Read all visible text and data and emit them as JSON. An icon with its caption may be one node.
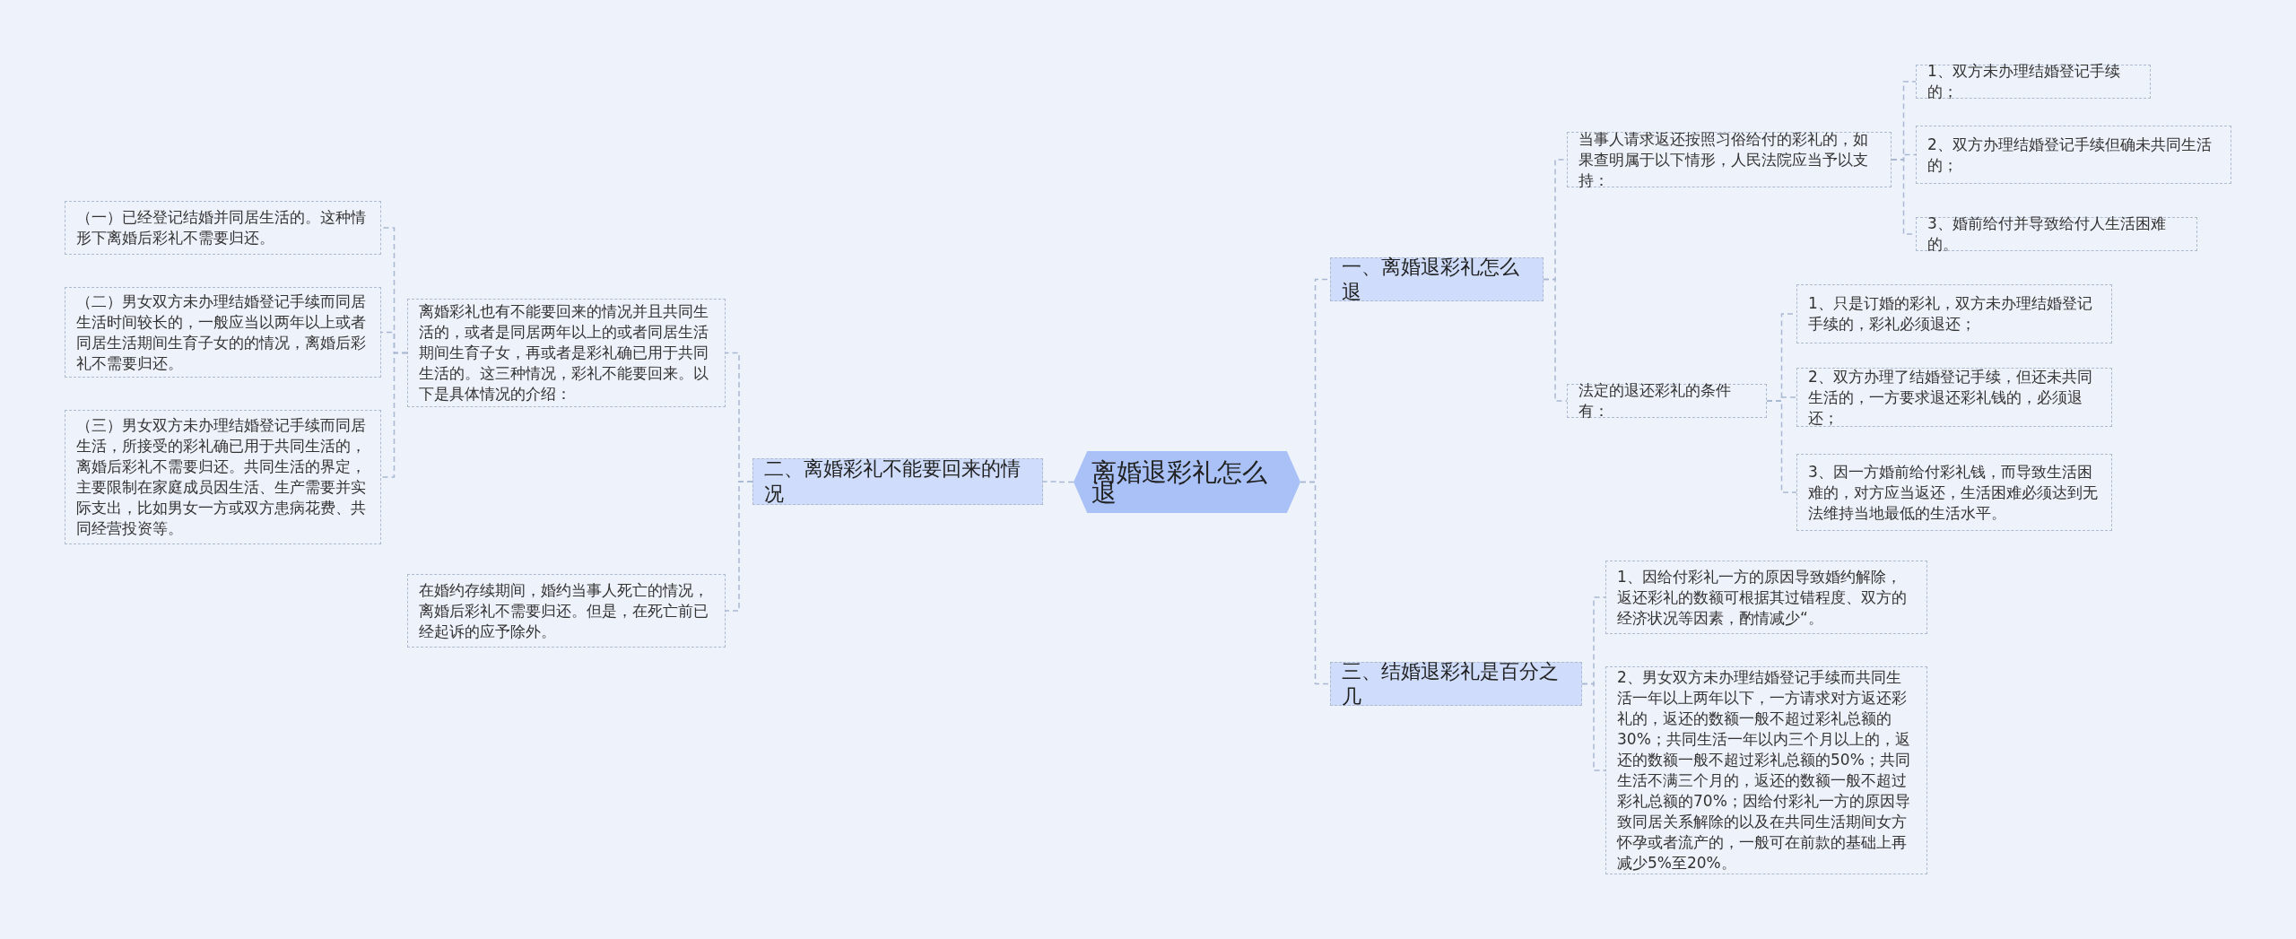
{
  "diagram": {
    "nodes": [
      {
        "text": [
          "离婚退彩礼怎么退"
        ]
      },
      {
        "text": [
          "一、离婚退彩礼怎么退"
        ]
      },
      {
        "text": [
          "当事人请求返还按照习俗给付的彩礼的，如果查明属于以下情形，人民法院应当予以支持："
        ]
      },
      {
        "text": [
          "1、双方未办理结婚登记手续的；"
        ]
      },
      {
        "text": [
          "2、双方办理结婚登记手续但确未共同生活的；"
        ]
      },
      {
        "text": [
          "3、婚前给付并导致给付人生活困难的。"
        ]
      },
      {
        "text": [
          "法定的退还彩礼的条件有："
        ]
      },
      {
        "text": [
          "1、只是订婚的彩礼，双方未办理结婚登记手续的，彩礼必须退还；"
        ]
      },
      {
        "text": [
          "2、双方办理了结婚登记手续，但还未共同生活的，一方要求退还彩礼钱的，必须退还；"
        ]
      },
      {
        "text": [
          "3、因一方婚前给付彩礼钱，而导致生活困难的，对方应当返还，生活困难必须达到无法维持当地最低的生活水平。"
        ]
      },
      {
        "text": [
          "二、离婚彩礼不能要回来的情况"
        ]
      },
      {
        "text": [
          "离婚彩礼也有不能要回来的情况并且共同生活的，或者是同居两年以上的或者同居生活期间生育子女，再或者是彩礼确已用于共同生活的。这三种情况，彩礼不能要回来。以下是具体情况的介绍："
        ]
      },
      {
        "text": [
          "（一）已经登记结婚并同居生活的。这种情形下离婚后彩礼不需要归还。"
        ]
      },
      {
        "text": [
          "（二）男女双方未办理结婚登记手续而同居生活时间较长的，一般应当以两年以上或者同居生活期间生育子女的的情况，离婚后彩礼不需要归还。"
        ]
      },
      {
        "text": [
          "（三）男女双方未办理结婚登记手续而同居生活，所接受的彩礼确已用于共同生活的，离婚后彩礼不需要归还。共同生活的界定，主要限制在家庭成员因生活、生产需要并实际支出，比如男女一方或双方患病花费、共同经营投资等。"
        ]
      },
      {
        "text": [
          "在婚约存续期间，婚约当事人死亡的情况，离婚后彩礼不需要归还。但是，在死亡前已经起诉的应予除外。"
        ]
      },
      {
        "text": [
          "三、结婚退彩礼是百分之几"
        ]
      },
      {
        "text": [
          "1、因给付彩礼一方的原因导致婚约解除，返还彩礼的数额可根据其过错程度、双方的经济状况等因素，酌情减少“。"
        ]
      },
      {
        "text": [
          "2、男女双方未办理结婚登记手续而共同生活一年以上两年以下，一方请求对方返还彩礼的，返还的数额一般不超过彩礼总额的30%；共同生活一年以内三个月以上的，返还的数额一般不超过彩礼总额的50%；共同生活不满三个月的，返还的数额一般不超过彩礼总额的70%；因给付彩礼一方的原因导致同居关系解除的以及在共同生活期间女方怀孕或者流产的，一般可在前款的基础上再减少5%至20%。"
        ]
      }
    ],
    "edges": [
      {
        "from": 0,
        "to": 1,
        "arrow": "none"
      },
      {
        "from": 0,
        "to": 10,
        "arrow": "none"
      },
      {
        "from": 0,
        "to": 16,
        "arrow": "none"
      },
      {
        "from": 1,
        "to": 2,
        "arrow": "none"
      },
      {
        "from": 1,
        "to": 6,
        "arrow": "none"
      },
      {
        "from": 2,
        "to": 3,
        "arrow": "none"
      },
      {
        "from": 2,
        "to": 4,
        "arrow": "none"
      },
      {
        "from": 2,
        "to": 5,
        "arrow": "none"
      },
      {
        "from": 6,
        "to": 7,
        "arrow": "none"
      },
      {
        "from": 6,
        "to": 8,
        "arrow": "none"
      },
      {
        "from": 6,
        "to": 9,
        "arrow": "none"
      },
      {
        "from": 10,
        "to": 11,
        "arrow": "none"
      },
      {
        "from": 10,
        "to": 15,
        "arrow": "none"
      },
      {
        "from": 11,
        "to": 12,
        "arrow": "none"
      },
      {
        "from": 11,
        "to": 13,
        "arrow": "none"
      },
      {
        "from": 11,
        "to": 14,
        "arrow": "none"
      },
      {
        "from": 16,
        "to": 17,
        "arrow": "none"
      },
      {
        "from": 16,
        "to": 18,
        "arrow": "none"
      }
    ]
  }
}
